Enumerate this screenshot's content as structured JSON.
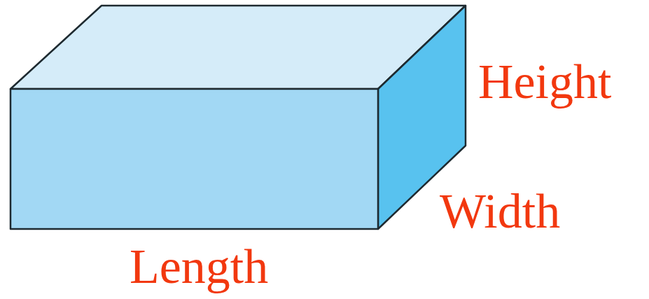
{
  "diagram": {
    "labels": [
      "Height",
      "Width",
      "Length"
    ]
  }
}
